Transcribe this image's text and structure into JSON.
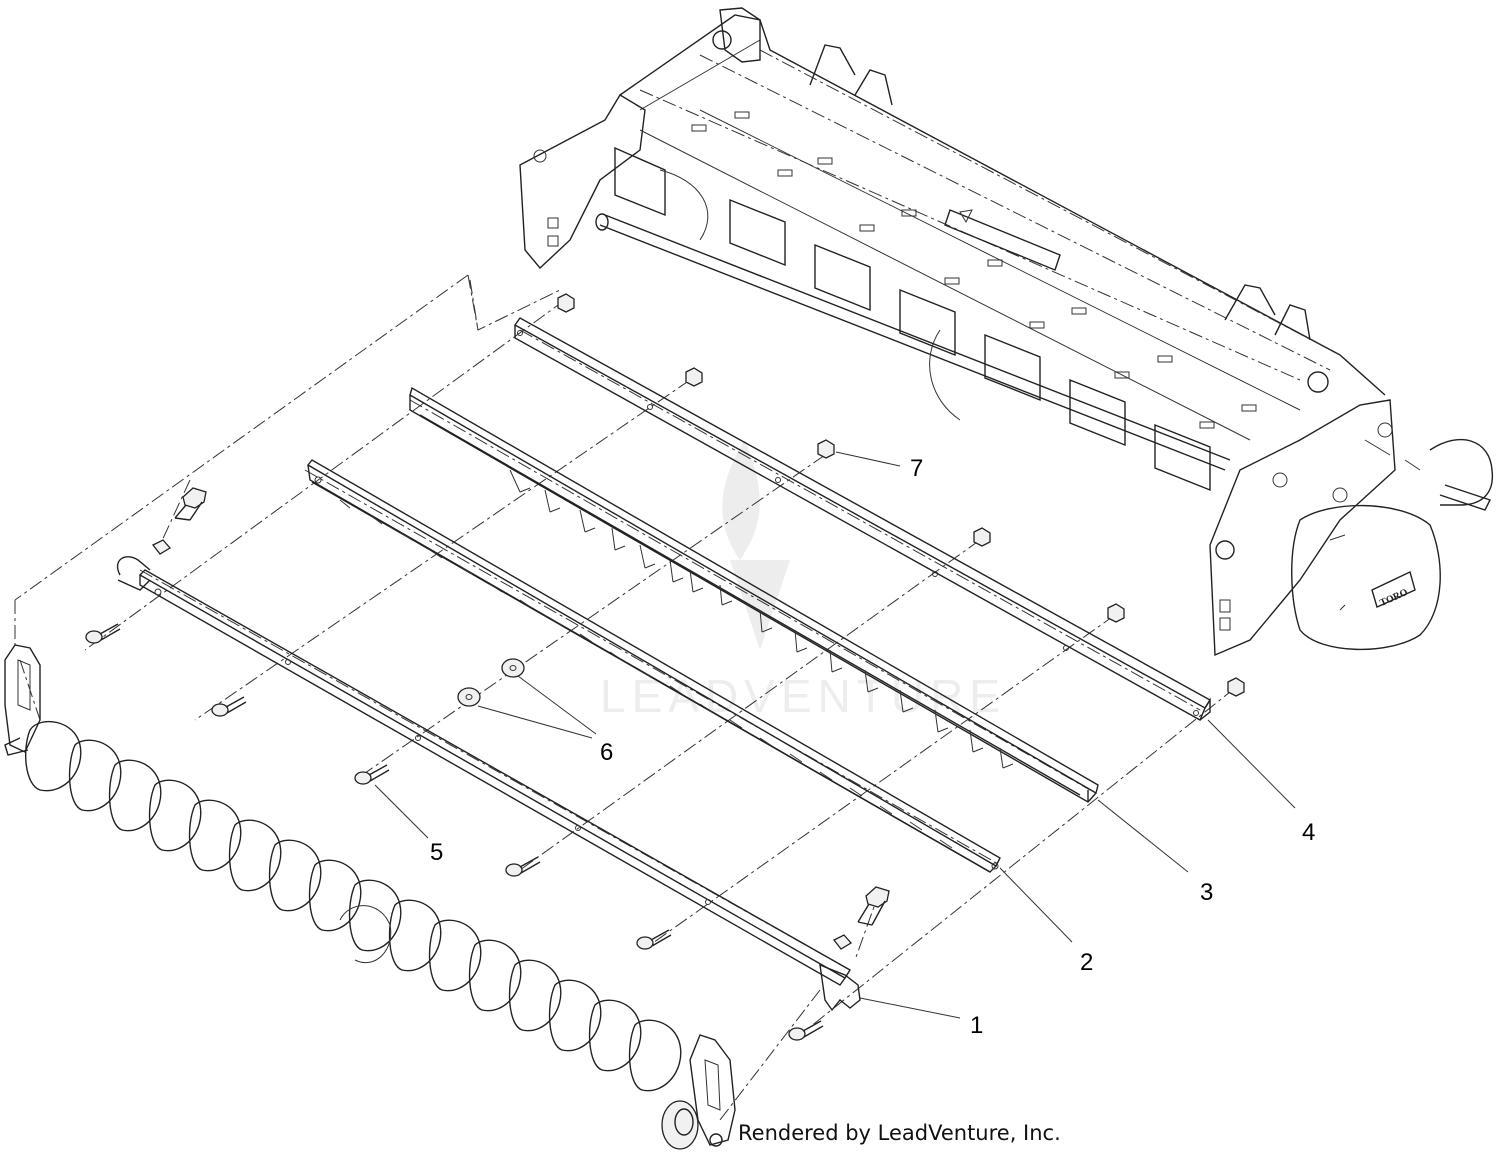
{
  "callouts": {
    "c1": "1",
    "c2": "2",
    "c3": "3",
    "c4": "4",
    "c5": "5",
    "c6": "6",
    "c7": "7"
  },
  "labels": {
    "housing_logo": "TORO"
  },
  "watermark": {
    "text": "LEADVENTURE"
  },
  "footer": {
    "credit": "Rendered by LeadVenture, Inc."
  },
  "colors": {
    "line": "#222222",
    "fill": "#f1f1f1",
    "watermark": "#ededed"
  }
}
